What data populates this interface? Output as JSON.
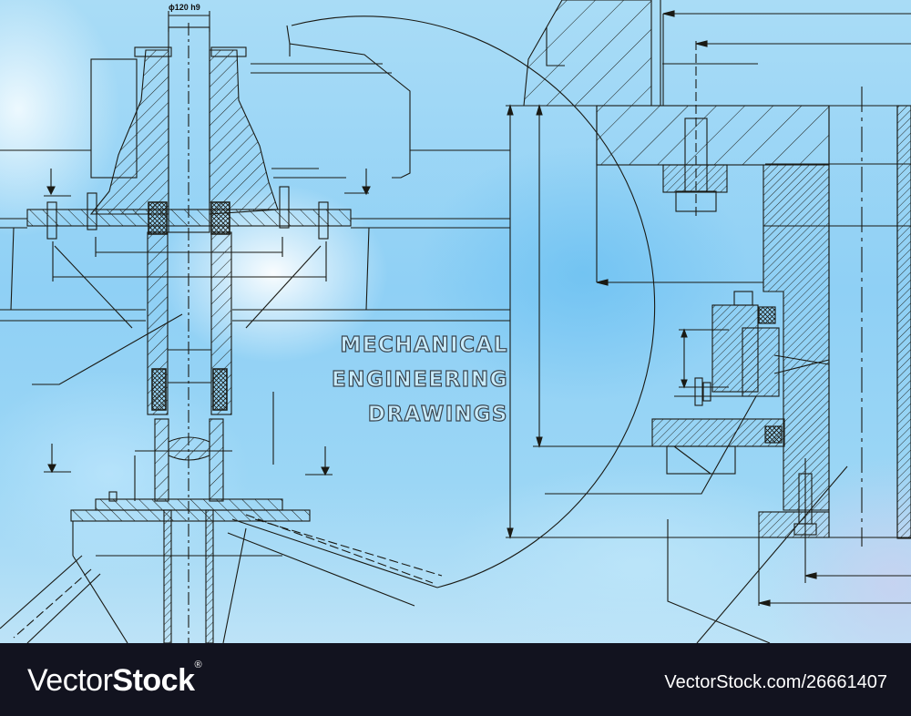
{
  "headline": {
    "line1": "MECHANICAL",
    "line2": "ENGINEERING",
    "line3": "DRAWINGS"
  },
  "drawing": {
    "dimension_label": "ϕ120 h9",
    "line_color": "#1a1a14",
    "background_colors": [
      "#a9dcf6",
      "#8fd0f5",
      "#ffffff"
    ]
  },
  "footer": {
    "logo_light": "Vector",
    "logo_bold": "Stock",
    "logo_mark": "®",
    "url": "VectorStock.com/26661407",
    "background": "#12131f"
  }
}
